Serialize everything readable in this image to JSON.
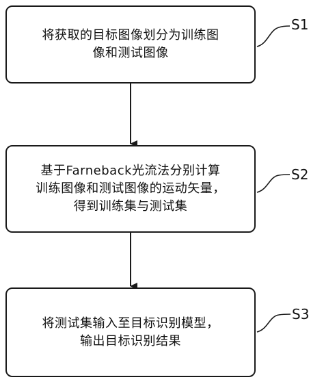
{
  "steps": [
    {
      "id": "S1",
      "lines": [
        "将获取的目标图像划分为训练图",
        "像和测试图像"
      ]
    },
    {
      "id": "S2",
      "lines": [
        "基于Farneback光流法分别计算",
        "训练图像和测试图像的运动矢量，",
        "得到训练集与测试集"
      ]
    },
    {
      "id": "S3",
      "lines": [
        "将测试集输入至目标识别模型，",
        "输出目标识别结果"
      ]
    }
  ],
  "colors": {
    "stroke": "#1a1a1a",
    "text": "#111111",
    "background": "#ffffff"
  }
}
